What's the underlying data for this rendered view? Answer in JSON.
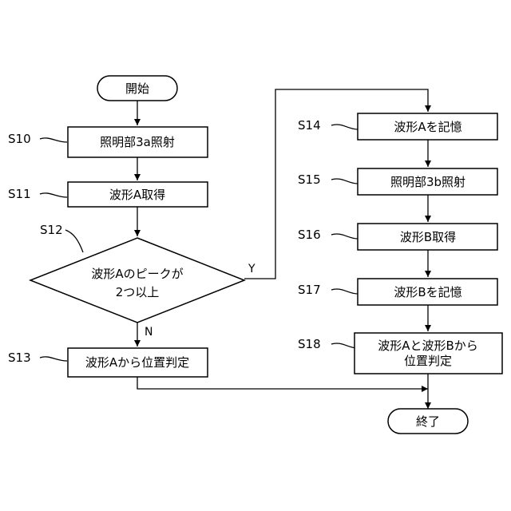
{
  "flowchart": {
    "start": "開始",
    "end": "終了",
    "steps": [
      {
        "id": "S10",
        "text": "照明部3a照射"
      },
      {
        "id": "S11",
        "text": "波形A取得"
      },
      {
        "id": "S12",
        "lines": [
          "波形Aのピークが",
          "2つ以上"
        ]
      },
      {
        "id": "S13",
        "text": "波形Aから位置判定"
      },
      {
        "id": "S14",
        "text": "波形Aを記憶"
      },
      {
        "id": "S15",
        "text": "照明部3b照射"
      },
      {
        "id": "S16",
        "text": "波形B取得"
      },
      {
        "id": "S17",
        "text": "波形Bを記憶"
      },
      {
        "id": "S18",
        "lines": [
          "波形Aと波形Bから",
          "位置判定"
        ]
      }
    ],
    "branches": {
      "yes": "Y",
      "no": "N"
    }
  }
}
